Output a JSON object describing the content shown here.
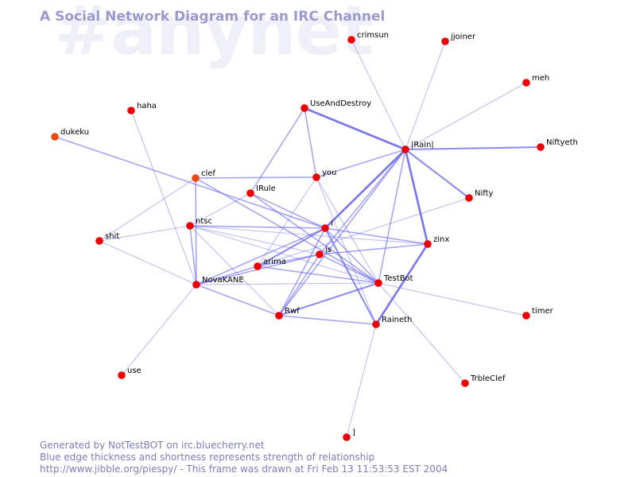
{
  "watermark": "#anynet",
  "title": "A Social Network Diagram for an IRC Channel",
  "footer": {
    "line1": "Generated by NotTestBOT on irc.bluecherry.net",
    "line2": "Blue edge thickness and shortness represents strength of relationship",
    "line3": "http://www.jibble.org/piespy/ - This frame was drawn at Fri Feb 13 11:53:53 EST 2004"
  },
  "colors": {
    "node_default": "#ee0000",
    "node_orange": "#ee4a10",
    "edge": "#6a6aee"
  },
  "nodes": [
    {
      "id": "crimsun",
      "label": "crimsun",
      "color": "default"
    },
    {
      "id": "jjoiner",
      "label": "jjoiner",
      "color": "default"
    },
    {
      "id": "meh",
      "label": "meh",
      "color": "default"
    },
    {
      "id": "useanddestroy",
      "label": "UseAndDestroy",
      "color": "default"
    },
    {
      "id": "haha",
      "label": "haha",
      "color": "default"
    },
    {
      "id": "dukeku",
      "label": "dukeku",
      "color": "orange"
    },
    {
      "id": "rain",
      "label": "|Rain|",
      "color": "default"
    },
    {
      "id": "niftyeth",
      "label": "Niftyeth",
      "color": "default"
    },
    {
      "id": "clef",
      "label": "clef",
      "color": "orange"
    },
    {
      "id": "you",
      "label": "you",
      "color": "default"
    },
    {
      "id": "irule",
      "label": "IRule",
      "color": "default"
    },
    {
      "id": "nifty",
      "label": "Nifty",
      "color": "default"
    },
    {
      "id": "ntsc",
      "label": "ntsc",
      "color": "default"
    },
    {
      "id": "i",
      "label": "i",
      "color": "default"
    },
    {
      "id": "shit",
      "label": "shit",
      "color": "default"
    },
    {
      "id": "zinx",
      "label": "zinx",
      "color": "default"
    },
    {
      "id": "is",
      "label": "is",
      "color": "default"
    },
    {
      "id": "arima",
      "label": "arima",
      "color": "default"
    },
    {
      "id": "novakane",
      "label": "NovaKANE",
      "color": "default"
    },
    {
      "id": "testbot",
      "label": "TestBot",
      "color": "default"
    },
    {
      "id": "rwf",
      "label": "Rwf",
      "color": "default"
    },
    {
      "id": "timer",
      "label": "timer",
      "color": "default"
    },
    {
      "id": "raineth",
      "label": "Raineth",
      "color": "default"
    },
    {
      "id": "use",
      "label": "use",
      "color": "default"
    },
    {
      "id": "trbleclef",
      "label": "TrbleClef",
      "color": "default"
    },
    {
      "id": "bracket",
      "label": "]",
      "color": "default"
    }
  ],
  "edges": [
    {
      "from": "crimsun",
      "to": "rain",
      "strength": 1
    },
    {
      "from": "jjoiner",
      "to": "rain",
      "strength": 1
    },
    {
      "from": "meh",
      "to": "rain",
      "strength": 1
    },
    {
      "from": "niftyeth",
      "to": "rain",
      "strength": 3
    },
    {
      "from": "useanddestroy",
      "to": "rain",
      "strength": 4
    },
    {
      "from": "useanddestroy",
      "to": "irule",
      "strength": 2
    },
    {
      "from": "useanddestroy",
      "to": "you",
      "strength": 2
    },
    {
      "from": "rain",
      "to": "you",
      "strength": 2
    },
    {
      "from": "rain",
      "to": "nifty",
      "strength": 3
    },
    {
      "from": "rain",
      "to": "i",
      "strength": 4
    },
    {
      "from": "rain",
      "to": "zinx",
      "strength": 4
    },
    {
      "from": "rain",
      "to": "testbot",
      "strength": 2
    },
    {
      "from": "rain",
      "to": "is",
      "strength": 2
    },
    {
      "from": "rain",
      "to": "rwf",
      "strength": 2
    },
    {
      "from": "dukeku",
      "to": "i",
      "strength": 2
    },
    {
      "from": "haha",
      "to": "novakane",
      "strength": 1
    },
    {
      "from": "clef",
      "to": "you",
      "strength": 2
    },
    {
      "from": "clef",
      "to": "novakane",
      "strength": 2
    },
    {
      "from": "clef",
      "to": "testbot",
      "strength": 2
    },
    {
      "from": "clef",
      "to": "shit",
      "strength": 1
    },
    {
      "from": "irule",
      "to": "i",
      "strength": 2
    },
    {
      "from": "irule",
      "to": "testbot",
      "strength": 2
    },
    {
      "from": "irule",
      "to": "ntsc",
      "strength": 1
    },
    {
      "from": "you",
      "to": "arima",
      "strength": 1
    },
    {
      "from": "you",
      "to": "raineth",
      "strength": 1
    },
    {
      "from": "you",
      "to": "testbot",
      "strength": 1
    },
    {
      "from": "ntsc",
      "to": "novakane",
      "strength": 2
    },
    {
      "from": "ntsc",
      "to": "i",
      "strength": 2
    },
    {
      "from": "ntsc",
      "to": "shit",
      "strength": 1
    },
    {
      "from": "ntsc",
      "to": "zinx",
      "strength": 1
    },
    {
      "from": "ntsc",
      "to": "is",
      "strength": 1
    },
    {
      "from": "ntsc",
      "to": "testbot",
      "strength": 1
    },
    {
      "from": "ntsc",
      "to": "rwf",
      "strength": 1
    },
    {
      "from": "nifty",
      "to": "arima",
      "strength": 1
    },
    {
      "from": "i",
      "to": "arima",
      "strength": 3
    },
    {
      "from": "i",
      "to": "novakane",
      "strength": 2
    },
    {
      "from": "i",
      "to": "zinx",
      "strength": 2
    },
    {
      "from": "i",
      "to": "raineth",
      "strength": 3
    },
    {
      "from": "i",
      "to": "rwf",
      "strength": 2
    },
    {
      "from": "i",
      "to": "testbot",
      "strength": 2
    },
    {
      "from": "shit",
      "to": "novakane",
      "strength": 1
    },
    {
      "from": "is",
      "to": "arima",
      "strength": 2
    },
    {
      "from": "is",
      "to": "zinx",
      "strength": 2
    },
    {
      "from": "is",
      "to": "rwf",
      "strength": 2
    },
    {
      "from": "is",
      "to": "novakane",
      "strength": 2
    },
    {
      "from": "is",
      "to": "testbot",
      "strength": 2
    },
    {
      "from": "zinx",
      "to": "raineth",
      "strength": 4
    },
    {
      "from": "arima",
      "to": "novakane",
      "strength": 2
    },
    {
      "from": "arima",
      "to": "testbot",
      "strength": 2
    },
    {
      "from": "novakane",
      "to": "rwf",
      "strength": 2
    },
    {
      "from": "novakane",
      "to": "use",
      "strength": 1
    },
    {
      "from": "novakane",
      "to": "testbot",
      "strength": 1
    },
    {
      "from": "testbot",
      "to": "rwf",
      "strength": 3
    },
    {
      "from": "testbot",
      "to": "timer",
      "strength": 1
    },
    {
      "from": "testbot",
      "to": "trbleclef",
      "strength": 1
    },
    {
      "from": "raineth",
      "to": "rwf",
      "strength": 2
    },
    {
      "from": "raineth",
      "to": "bracket",
      "strength": 1
    }
  ]
}
